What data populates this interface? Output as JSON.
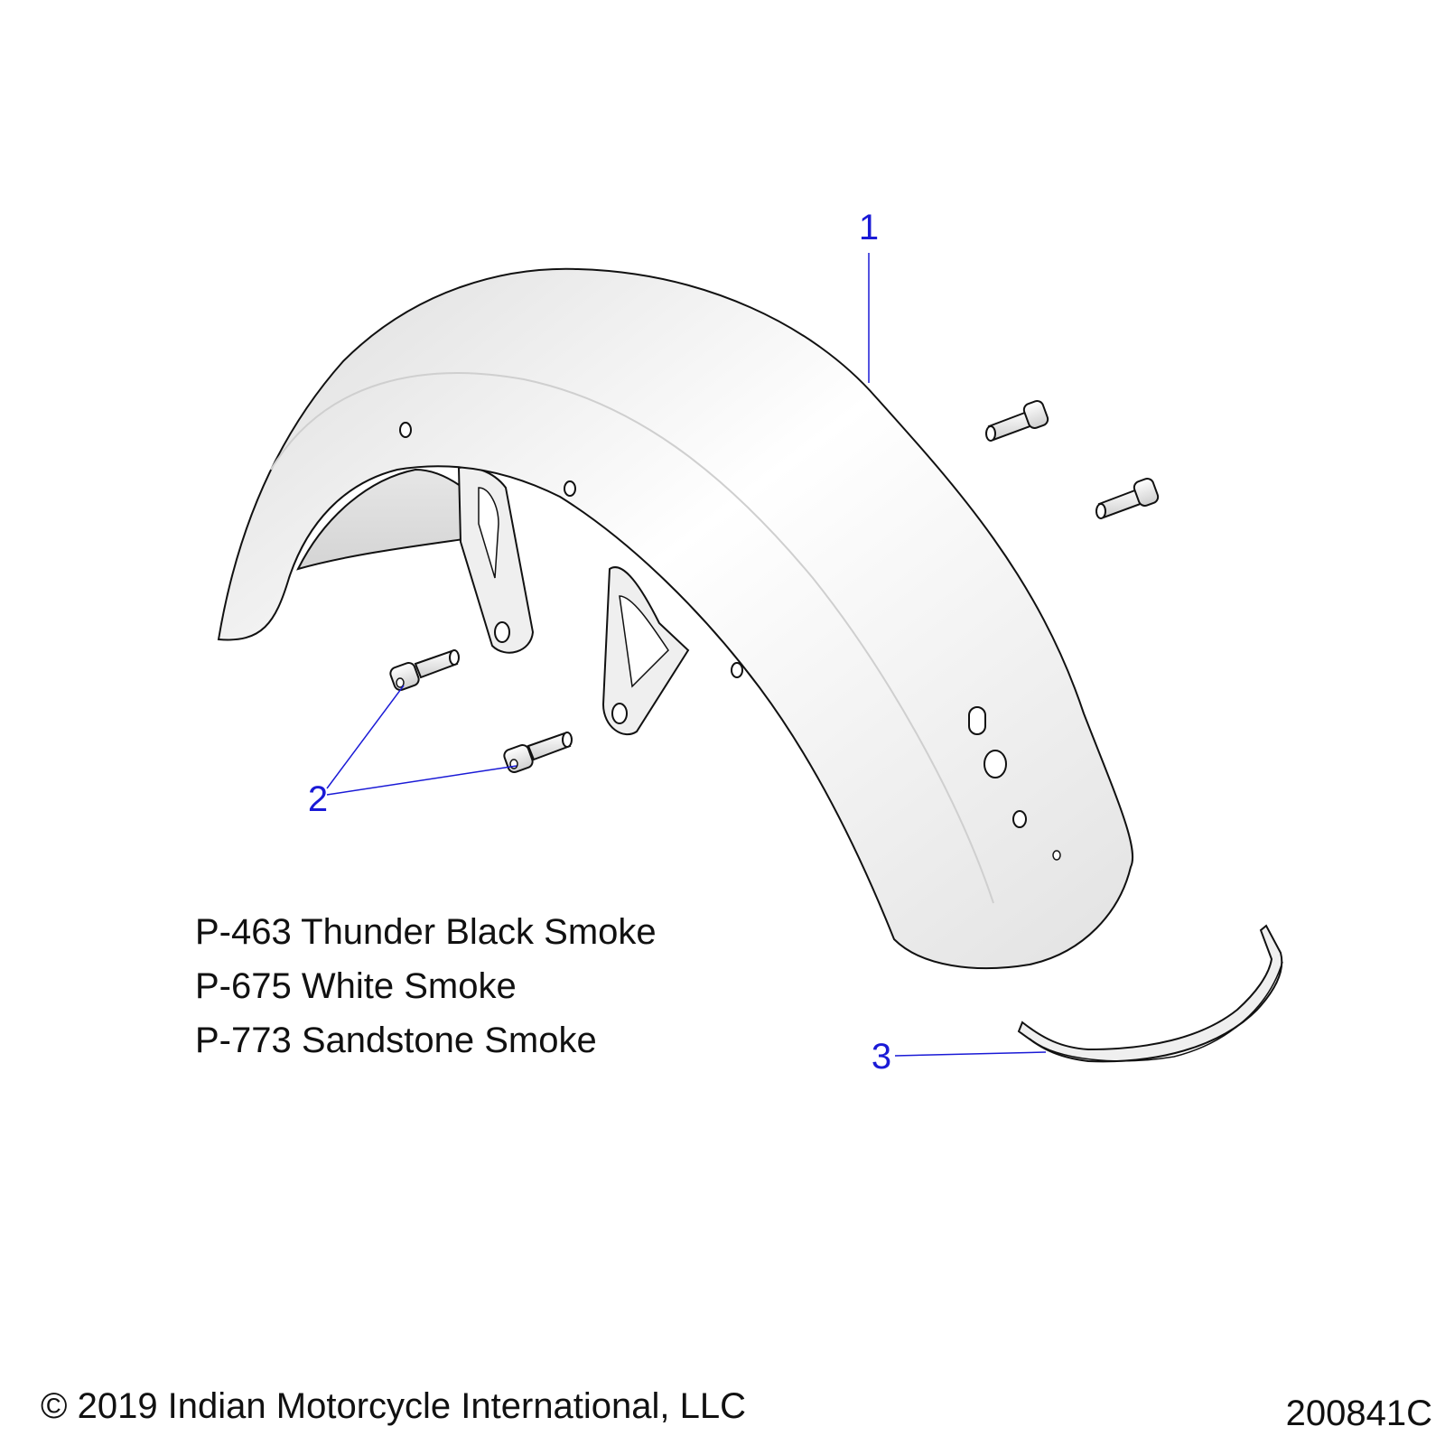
{
  "callouts": [
    {
      "number": "1",
      "part": "fender"
    },
    {
      "number": "2",
      "part": "screws"
    },
    {
      "number": "3",
      "part": "trim-strip"
    }
  ],
  "paint_options": [
    "P-463 Thunder Black Smoke",
    "P-675 White Smoke",
    "P-773 Sandstone Smoke"
  ],
  "copyright": "© 2019 Indian Motorcycle International, LLC",
  "figure_id": "200841C",
  "colors": {
    "callout": "#1a1ad6",
    "outline": "#111111",
    "part_fill": "#f4f4f4",
    "shade": "#d9d9d9"
  }
}
